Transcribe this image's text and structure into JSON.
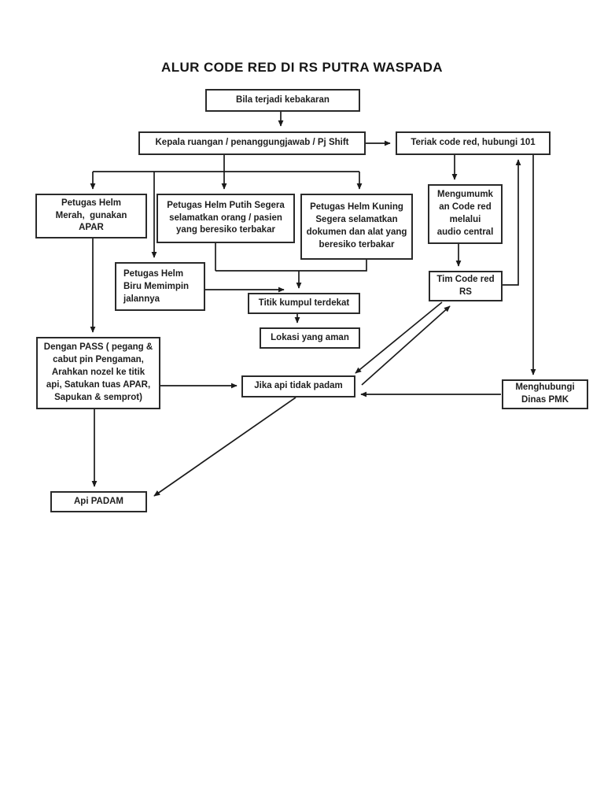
{
  "page": {
    "title": "ALUR CODE RED DI RS PUTRA WASPADA"
  },
  "colors": {
    "line": "#1a1a1a",
    "box_border": "#2a2a2a",
    "text": "#1d1d1d",
    "background": "#ffffff"
  },
  "nodes": {
    "bila": {
      "label": "Bila terjadi kebakaran"
    },
    "kepala": {
      "label": "Kepala ruangan / penanggungjawab / Pj Shift"
    },
    "teriak": {
      "label": "Teriak code red, hubungi 101"
    },
    "merah": {
      "lines": [
        "Petugas Helm",
        "Merah,  gunakan",
        "APAR"
      ]
    },
    "putih": {
      "lines": [
        "Petugas Helm Putih Segera",
        "selamatkan orang / pasien",
        "yang beresiko terbakar"
      ]
    },
    "kuning": {
      "lines": [
        "Petugas Helm Kuning",
        "Segera selamatkan",
        "dokumen dan alat yang",
        "beresiko terbakar"
      ]
    },
    "mengumumkan": {
      "lines": [
        "Mengumumk",
        "an Code red",
        "melalui",
        "audio central"
      ]
    },
    "tim": {
      "lines": [
        "Tim Code red",
        "RS"
      ]
    },
    "biru": {
      "lines": [
        "Petugas Helm",
        "Biru Memimpin",
        "jalannya"
      ],
      "clipped": ".   ."
    },
    "titik": {
      "label": "Titik kumpul terdekat"
    },
    "lokasi": {
      "label": "Lokasi yang aman"
    },
    "pass": {
      "lines": [
        "Dengan PASS ( pegang &",
        "cabut pin Pengaman,",
        "Arahkan nozel ke titik",
        "api, Satukan tuas APAR,",
        "Sapukan & semprot)"
      ]
    },
    "jika": {
      "label": "Jika api tidak padam"
    },
    "menghubungi": {
      "lines": [
        "Menghubungi",
        "Dinas PMK"
      ]
    },
    "api": {
      "label": "Api PADAM"
    }
  }
}
